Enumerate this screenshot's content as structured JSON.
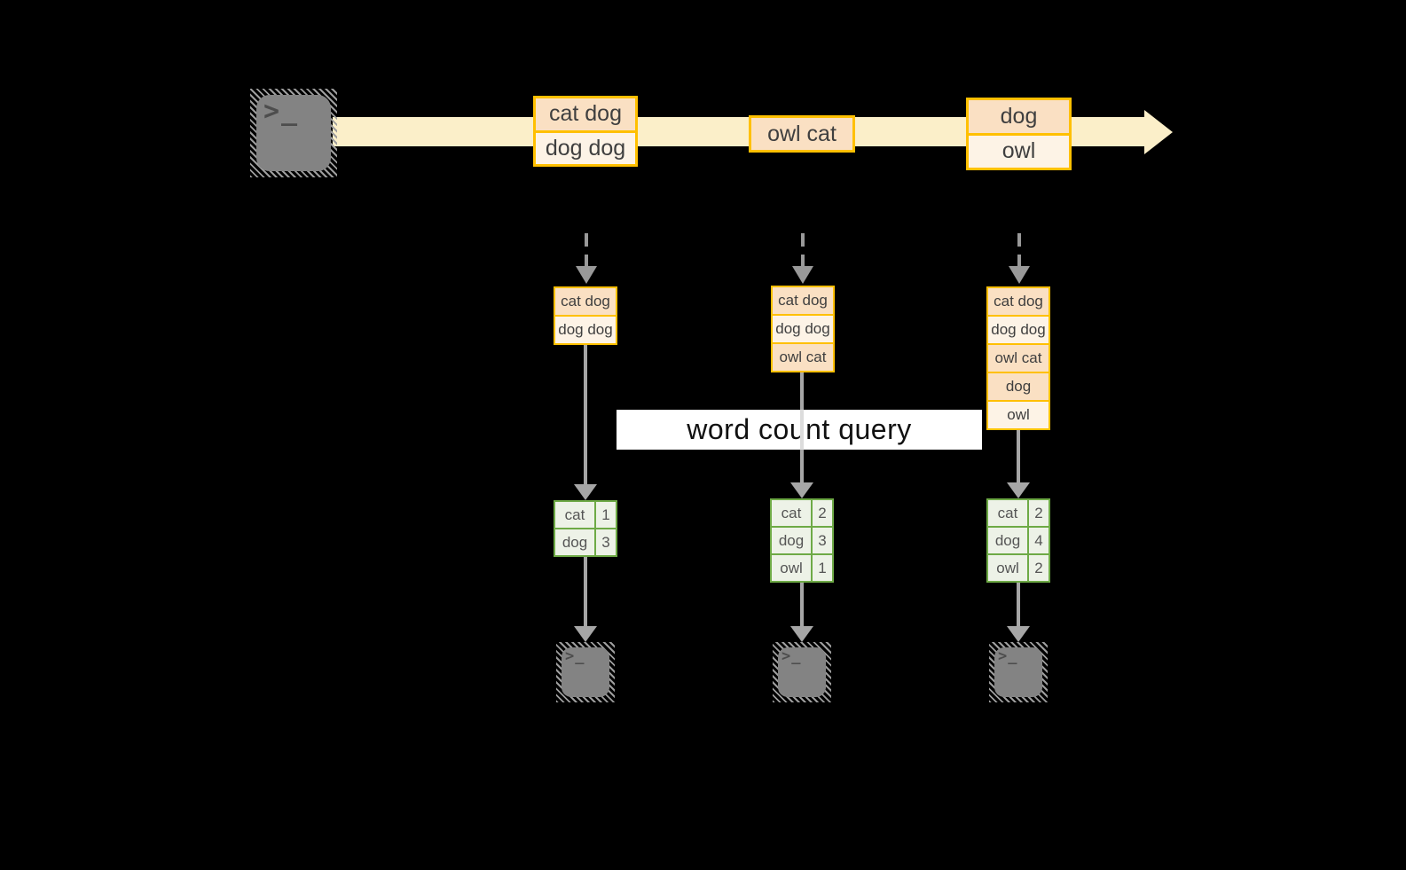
{
  "colors": {
    "background": "#000000",
    "gold": "#FFC000",
    "band": "#FBEFC9",
    "peach": "#FAE0C3",
    "cream": "#FDF3E6",
    "green": "#6EAA46",
    "green-fill": "#EDF2E7",
    "gray-arrow": "#A6A6A6",
    "gray-dash": "#999999",
    "terminal-body": "#838383",
    "terminal-glyph": "#4D4D4D",
    "box-text": "#3F3F3F",
    "table-text": "#555555",
    "query-text": "#111111"
  },
  "source": {
    "glyph": ">_"
  },
  "sinks": {
    "glyph": ">_"
  },
  "stream": {
    "records": [
      {
        "lines": [
          {
            "text": "cat dog",
            "tone": "peach"
          },
          {
            "text": "dog dog",
            "tone": "cream"
          }
        ]
      },
      {
        "lines": [
          {
            "text": "owl cat",
            "tone": "peach"
          }
        ]
      },
      {
        "lines": [
          {
            "text": "dog",
            "tone": "peach"
          },
          {
            "text": "owl",
            "tone": "cream"
          }
        ]
      }
    ]
  },
  "query": {
    "label": "word count query"
  },
  "columns": [
    {
      "state": [
        {
          "text": "cat dog",
          "tone": "peach"
        },
        {
          "text": "dog dog",
          "tone": "cream"
        }
      ],
      "result": [
        {
          "word": "cat",
          "count": "1"
        },
        {
          "word": "dog",
          "count": "3"
        }
      ]
    },
    {
      "state": [
        {
          "text": "cat dog",
          "tone": "peach"
        },
        {
          "text": "dog dog",
          "tone": "cream"
        },
        {
          "text": "owl cat",
          "tone": "peach"
        }
      ],
      "result": [
        {
          "word": "cat",
          "count": "2"
        },
        {
          "word": "dog",
          "count": "3"
        },
        {
          "word": "owl",
          "count": "1"
        }
      ]
    },
    {
      "state": [
        {
          "text": "cat dog",
          "tone": "peach"
        },
        {
          "text": "dog dog",
          "tone": "cream"
        },
        {
          "text": "owl cat",
          "tone": "peach"
        },
        {
          "text": "dog",
          "tone": "peach"
        },
        {
          "text": "owl",
          "tone": "cream"
        }
      ],
      "result": [
        {
          "word": "cat",
          "count": "2"
        },
        {
          "word": "dog",
          "count": "4"
        },
        {
          "word": "owl",
          "count": "2"
        }
      ]
    }
  ]
}
